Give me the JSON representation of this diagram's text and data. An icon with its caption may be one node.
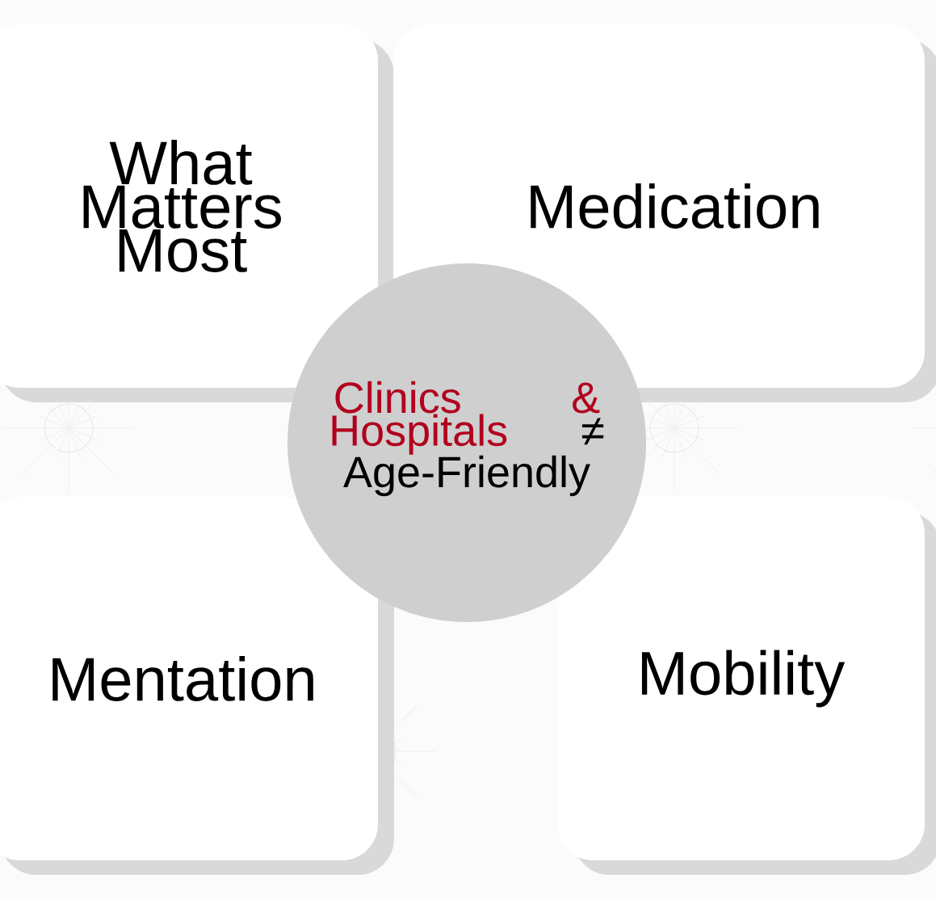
{
  "diagram": {
    "nodes": [
      {
        "text": [
          "What Matters Most"
        ]
      },
      {
        "text": [
          "Medication"
        ]
      },
      {
        "text": [
          "Mentation"
        ]
      },
      {
        "text": [
          "Mobility"
        ]
      },
      {
        "text": [
          "Clinics & Hospitals",
          "≠ Age-Friendly"
        ]
      }
    ]
  }
}
